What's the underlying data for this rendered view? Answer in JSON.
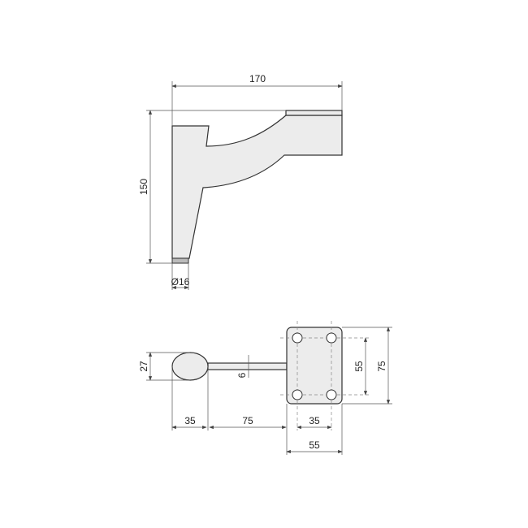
{
  "side_view": {
    "width_label": "170",
    "height_label": "150",
    "foot_diameter_label": "Ø16"
  },
  "top_view": {
    "foot_depth_label": "27",
    "foot_length_label": "35",
    "arm_length_label": "75",
    "arm_thickness_label": "6",
    "hole_spacing_x_label": "35",
    "plate_width_label": "55",
    "hole_spacing_y_label": "55",
    "plate_height_label": "75"
  },
  "colors": {
    "fill": "#ececec",
    "stroke": "#333333"
  }
}
